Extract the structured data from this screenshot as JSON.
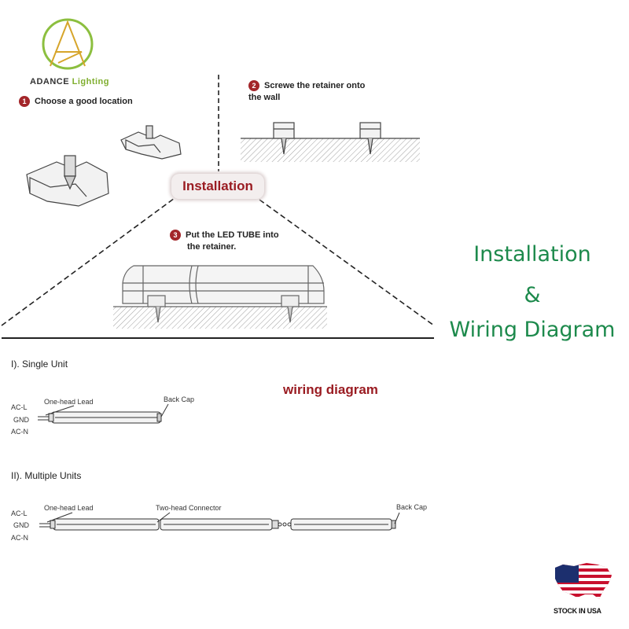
{
  "brand": {
    "name_part1": "ADANCE",
    "name_part2": "Lighting",
    "accent_color": "#7fae2e"
  },
  "steps": [
    {
      "number": "1",
      "text_line1": "Choose a good location",
      "text_line2": ""
    },
    {
      "number": "2",
      "text_line1": "Screwe the retainer onto",
      "text_line2": "the wall"
    },
    {
      "number": "3",
      "text_line1": "Put the LED TUBE into",
      "text_line2": "the retainer."
    }
  ],
  "install_badge": "Installation",
  "right_title": {
    "line1": "Installation",
    "line2": "&",
    "line3": "Wiring Diagram",
    "color": "#1d8a4c"
  },
  "wiring": {
    "title": "wiring diagram",
    "single": {
      "heading": "I). Single Unit",
      "labels": [
        "AC-L",
        "GND",
        "AC-N"
      ],
      "lead": "One-head Lead",
      "cap": "Back Cap"
    },
    "multiple": {
      "heading": "II). Multiple Units",
      "labels": [
        "AC-L",
        "GND",
        "AC-N"
      ],
      "lead": "One-head Lead",
      "connector": "Two-head Connector",
      "cap": "Back Cap"
    }
  },
  "badge": {
    "text": "STOCK IN USA",
    "icon": "usa-map-flag-icon"
  },
  "colors": {
    "step_number_bg": "#a3262a",
    "heading_red": "#9a1c22"
  }
}
